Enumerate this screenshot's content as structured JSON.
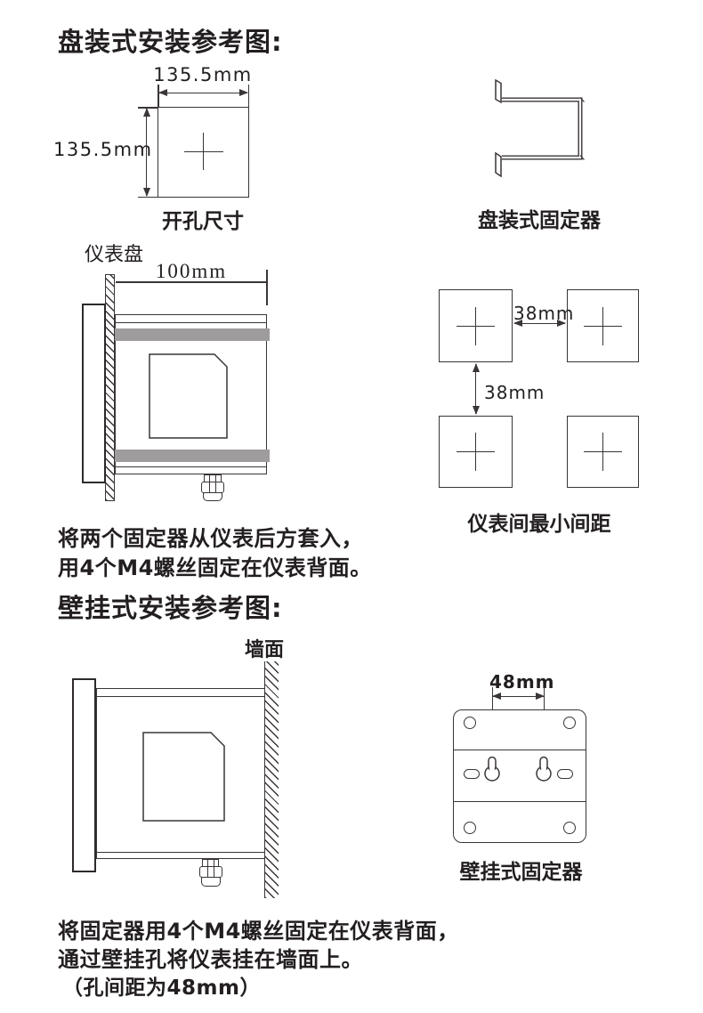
{
  "panel_section": {
    "title": "盘装式安装参考图:",
    "cutout": {
      "top_dim": "135.5mm",
      "left_dim": "135.5mm",
      "caption": "开孔尺寸"
    },
    "bracket": {
      "caption": "盘装式固定器"
    },
    "side_view": {
      "panel_label": "仪表盘",
      "depth_dim": "100mm"
    },
    "spacing": {
      "h_dim": "38mm",
      "v_dim": "38mm",
      "caption": "仪表间最小间距"
    },
    "notes": [
      "将两个固定器从仪表后方套入，",
      "用4个M4螺丝固定在仪表背面。"
    ]
  },
  "wall_section": {
    "title": "壁挂式安装参考图:",
    "side_view": {
      "wall_label": "墙面"
    },
    "plate": {
      "pitch_dim": "48mm",
      "caption": "壁挂式固定器"
    },
    "notes": [
      "将固定器用4个M4螺丝固定在仪表背面，",
      "通过壁挂孔将仪表挂在墙面上。",
      "（孔间距为48mm）"
    ]
  },
  "colors": {
    "line": "#3a3536",
    "text": "#231f20",
    "fixator_bar": "#9e9c9d"
  }
}
